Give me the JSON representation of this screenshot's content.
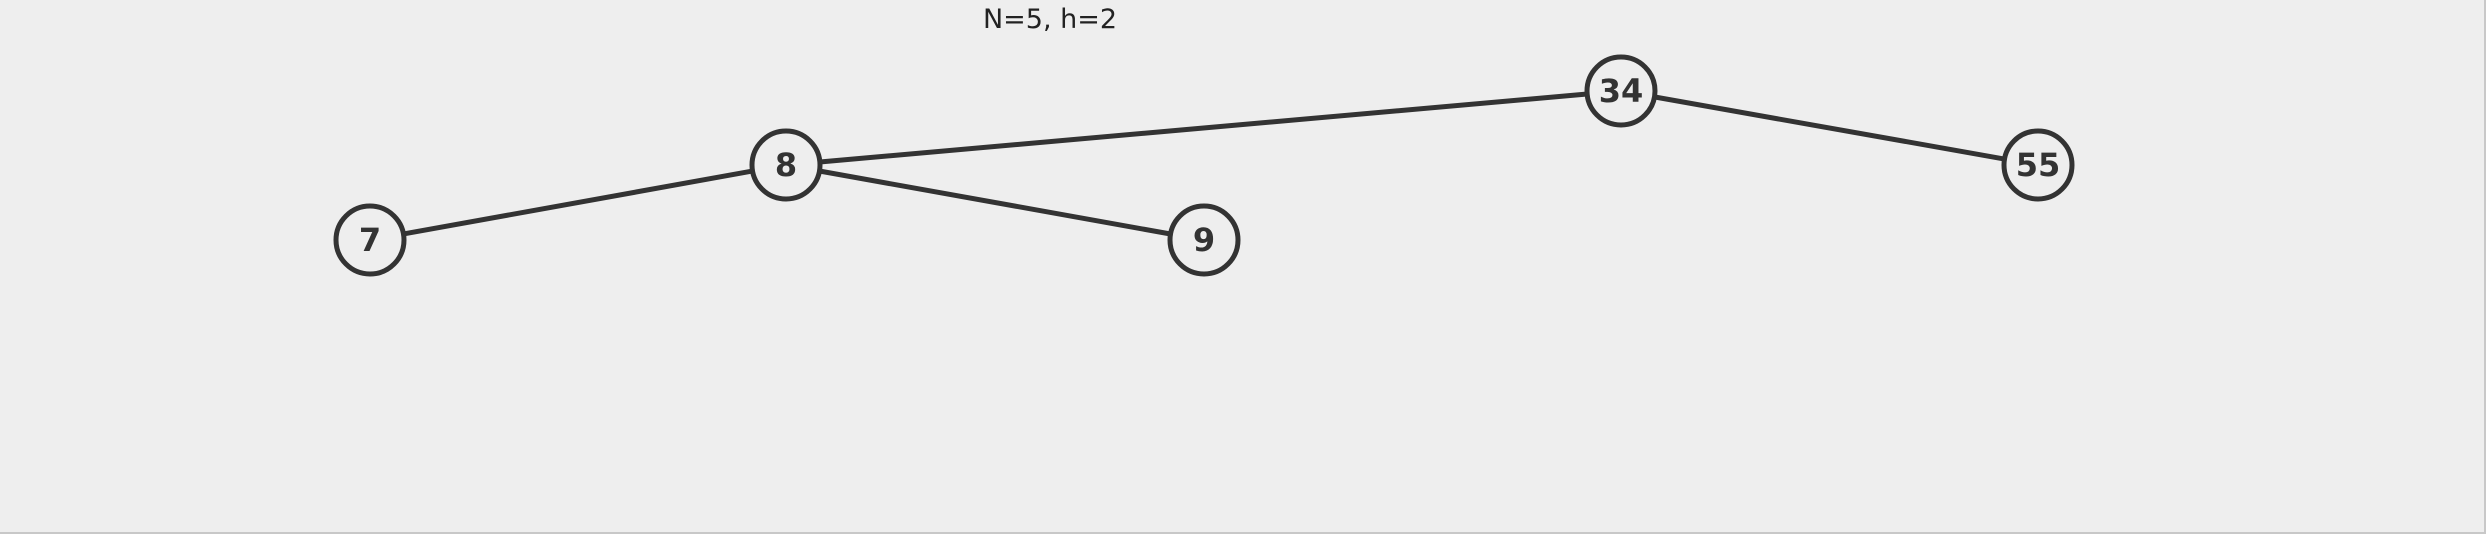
{
  "header": {
    "title": "N=5, h=2"
  },
  "tree": {
    "nodes": [
      {
        "id": "n34",
        "label": "34"
      },
      {
        "id": "n8",
        "label": "8"
      },
      {
        "id": "n55",
        "label": "55"
      },
      {
        "id": "n7",
        "label": "7"
      },
      {
        "id": "n9",
        "label": "9"
      }
    ],
    "edges": [
      {
        "from": "n34",
        "to": "n8"
      },
      {
        "from": "n34",
        "to": "n55"
      },
      {
        "from": "n8",
        "to": "n7"
      },
      {
        "from": "n8",
        "to": "n9"
      }
    ]
  },
  "colors": {
    "background": "#eeeeee",
    "stroke": "#333333",
    "text": "#222222"
  }
}
